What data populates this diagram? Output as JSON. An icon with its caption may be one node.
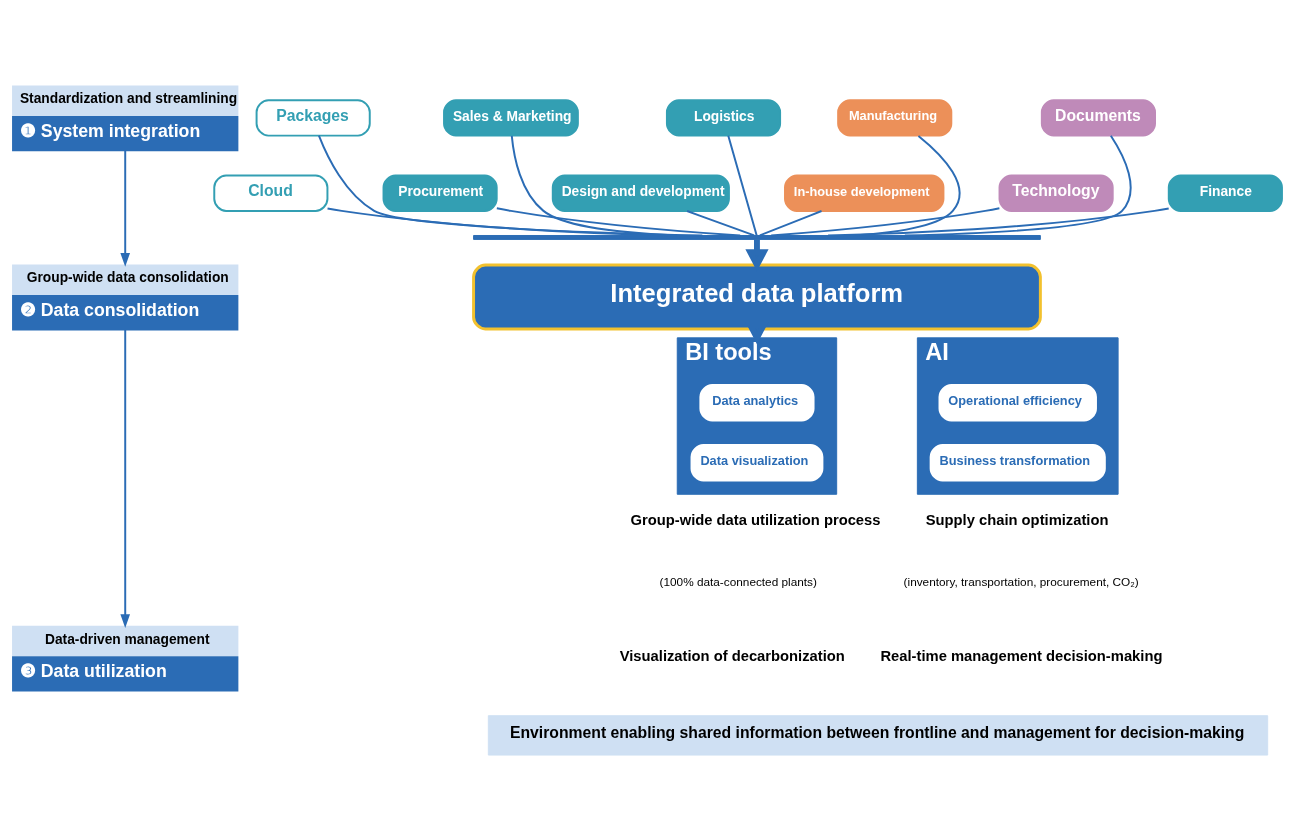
{
  "diagram": {
    "nodes": [
      {
        "text": [
          "Standardization and streamlining",
          "❶ System integration"
        ]
      },
      {
        "text": [
          "Group-wide data consolidation",
          "❷ Data consolidation"
        ]
      },
      {
        "text": [
          "Data-driven management",
          "❸ Data utilization"
        ]
      },
      {
        "text": [
          "Packages"
        ]
      },
      {
        "text": [
          "Sales & Marketing"
        ]
      },
      {
        "text": [
          "Logistics"
        ]
      },
      {
        "text": [
          "Manufacturing"
        ]
      },
      {
        "text": [
          "Documents"
        ]
      },
      {
        "text": [
          "Cloud"
        ]
      },
      {
        "text": [
          "Procurement"
        ]
      },
      {
        "text": [
          "Design and development"
        ]
      },
      {
        "text": [
          "Finance"
        ]
      },
      {
        "text": [
          "In-house development"
        ]
      },
      {
        "text": [
          "Technology"
        ]
      },
      {
        "text": [],
        "shape": "bar"
      },
      {
        "text": [
          "Integrated data platform"
        ]
      },
      {
        "text": [
          "BI tools"
        ]
      },
      {
        "text": [
          "Data analytics"
        ],
        "in": 16
      },
      {
        "text": [
          "Data visualization"
        ],
        "in": 16
      },
      {
        "text": [
          "AI"
        ]
      },
      {
        "text": [
          "Operational efficiency"
        ],
        "in": 19
      },
      {
        "text": [
          "Business transformation"
        ],
        "in": 19
      },
      {
        "text": [
          "Environment enabling shared information between frontline and management for decision-making"
        ]
      }
    ],
    "edges": [
      {
        "from": 0,
        "to": 1,
        "arrow": "to"
      },
      {
        "from": 1,
        "to": 2,
        "arrow": "to"
      },
      {
        "from": 3,
        "to": 14,
        "arrow": "none"
      },
      {
        "from": 8,
        "to": 14,
        "arrow": "none"
      },
      {
        "from": 4,
        "to": 14,
        "arrow": "none"
      },
      {
        "from": 9,
        "to": 14,
        "arrow": "none"
      },
      {
        "from": 5,
        "to": 14,
        "arrow": "none"
      },
      {
        "from": 10,
        "to": 14,
        "arrow": "none"
      },
      {
        "from": 11,
        "to": 14,
        "arrow": "none"
      },
      {
        "from": 6,
        "to": 14,
        "arrow": "none"
      },
      {
        "from": 12,
        "to": 14,
        "arrow": "none"
      },
      {
        "from": 7,
        "to": 14,
        "arrow": "none"
      },
      {
        "from": 13,
        "to": 14,
        "arrow": "none"
      },
      {
        "from": 14,
        "to": 15,
        "arrow": "to",
        "style": "thick"
      },
      {
        "from": 15,
        "to": 16,
        "arrow": "to",
        "style": "thick"
      }
    ],
    "labels": [
      "Group-wide data utilization process",
      "(100% data-connected plants)",
      "Supply chain optimization",
      "(inventory, transportation, procurement, CO₂)",
      "Visualization of decarbonization",
      "Real-time management decision-making"
    ]
  }
}
